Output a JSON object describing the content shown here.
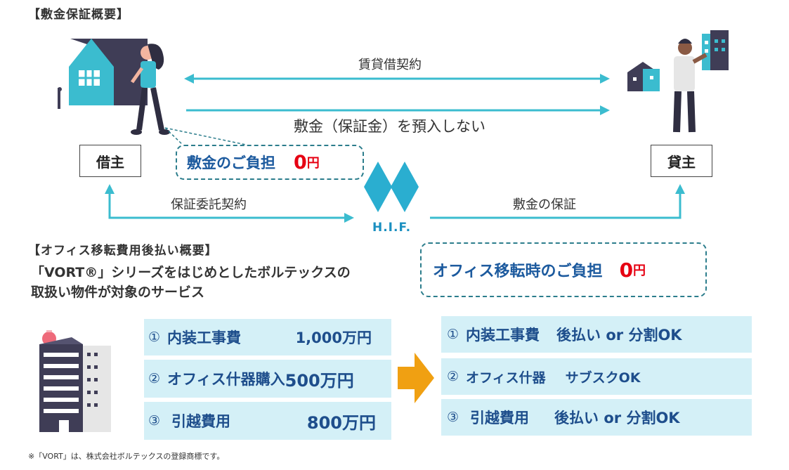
{
  "section1_title": "【敷金保証概要】",
  "arrows": {
    "lease_contract": "賃貸借契約",
    "no_deposit": "敷金（保証金）を預入しない",
    "guarantee_contract": "保証委託契約",
    "deposit_guarantee": "敷金の保証"
  },
  "parties": {
    "borrower": "借主",
    "lender": "貸主"
  },
  "deposit_burden": {
    "label": "敷金のご負担",
    "amount": "0",
    "unit": "円"
  },
  "hif_logo": "H.I.F.",
  "section2_title": "【オフィス移転費用後払い概要】",
  "description": {
    "line1": "「VORT®」シリーズをはじめとしたボルテックスの",
    "line2": "取扱い物件が対象のサービス"
  },
  "relocation_burden": {
    "label": "オフィス移転時のご負担",
    "amount": "0",
    "unit": "円"
  },
  "costs_before": [
    {
      "num": "①",
      "label": "内装工事費",
      "amount": "1,000万円"
    },
    {
      "num": "②",
      "label": "オフィス什器購入",
      "amount": "500万円"
    },
    {
      "num": "③",
      "label": "引越費用",
      "amount": "800万円"
    }
  ],
  "costs_after": [
    {
      "num": "①",
      "label": "内装工事費",
      "plan": "後払い or 分割OK"
    },
    {
      "num": "②",
      "label": "オフィス什器",
      "plan": "サブスクOK"
    },
    {
      "num": "③",
      "label": "引越費用",
      "plan": "後払い or 分割OK"
    }
  ],
  "footnote": "※「VORT」は、株式会社ボルテックスの登録商標です。",
  "colors": {
    "teal": "#3bbccf",
    "dark": "#3f3d56",
    "light_blue": "#d4f0f7",
    "orange": "#f0a012",
    "red": "#e60012"
  }
}
